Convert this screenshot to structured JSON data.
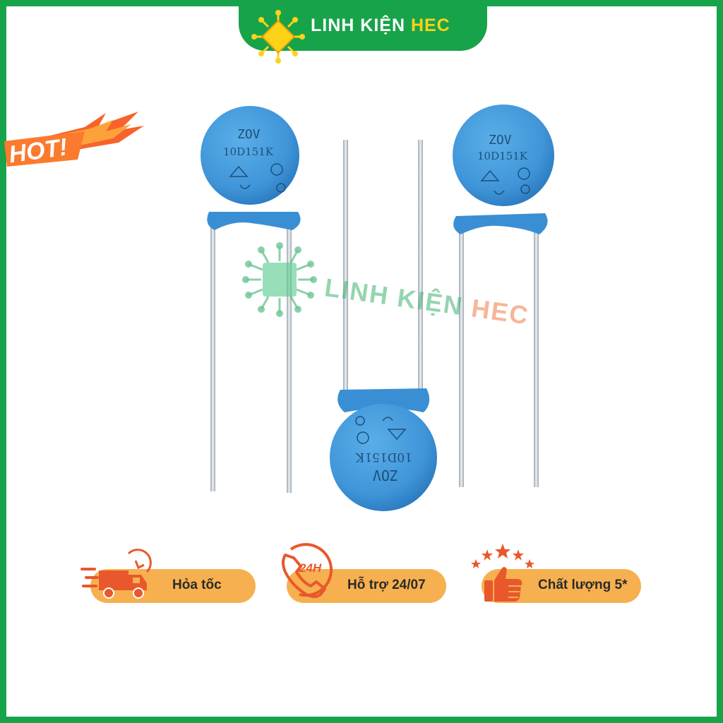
{
  "brand": {
    "name_main": "LINH KIỆN",
    "name_accent": "HEC"
  },
  "badge": {
    "hot_label": "HOT!"
  },
  "product": {
    "marking_line1": "ZOV",
    "marking_line2": "10D151K",
    "body_color": "#3f95d8",
    "lead_color": "#c9d3dc"
  },
  "watermark": {
    "name_main": "LINH KIỆN",
    "name_accent": "HEC"
  },
  "features": [
    {
      "label": "Hỏa tốc",
      "icon": "delivery-truck-icon"
    },
    {
      "label": "Hỗ trợ 24/07",
      "icon": "support-24h-phone-icon",
      "icon_text": "24H"
    },
    {
      "label": "Chất lượng 5*",
      "icon": "thumbs-up-stars-icon"
    }
  ],
  "colors": {
    "frame_green": "#17a34a",
    "brand_accent": "#ffd21a",
    "feature_pill": "#f6b04f",
    "icon_red": "#e8582c"
  }
}
